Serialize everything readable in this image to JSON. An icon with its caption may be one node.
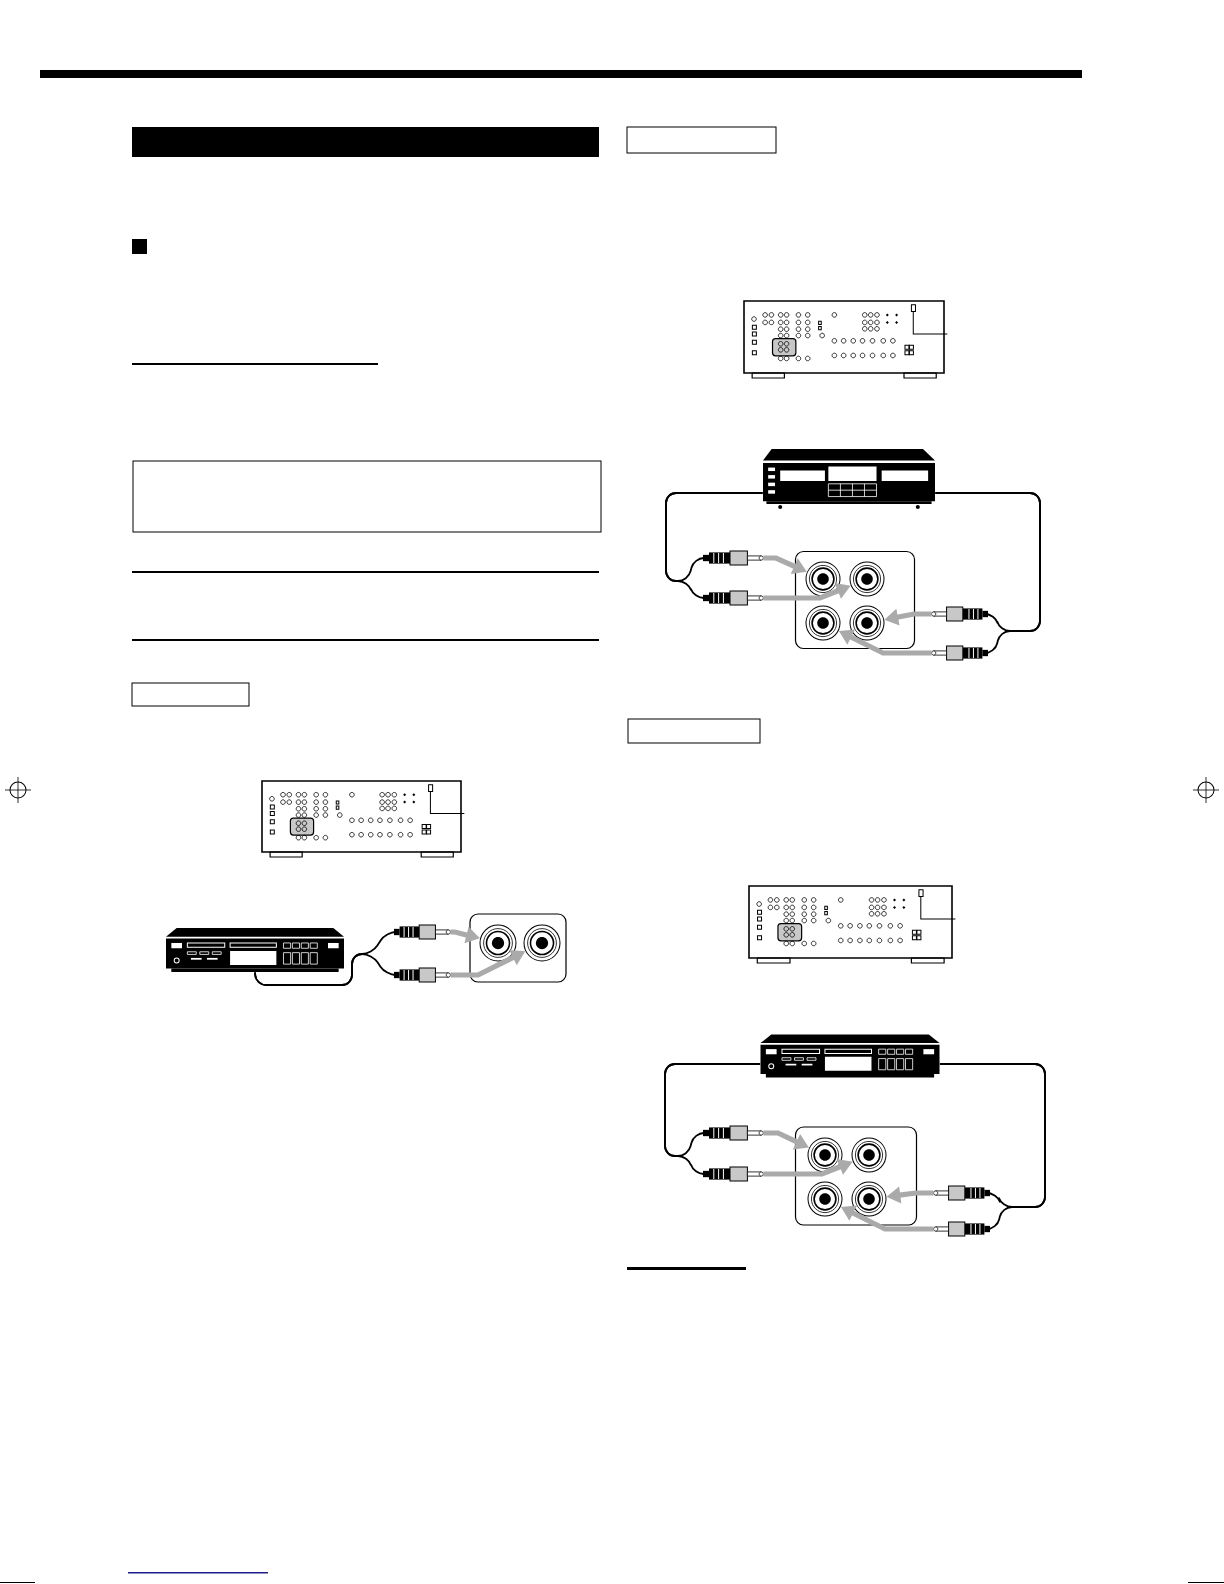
{
  "diagram": {
    "nodes": [
      {
        "text": [],
        "shape": "picture"
      },
      {
        "text": [],
        "shape": "plug"
      },
      {
        "text": [],
        "shape": "plug"
      },
      {
        "text": [],
        "shape": "box"
      },
      {
        "text": [],
        "shape": "circle",
        "in": 3
      },
      {
        "text": [],
        "shape": "circle",
        "in": 3
      },
      {
        "text": [],
        "shape": "picture"
      },
      {
        "text": [],
        "shape": "plug"
      },
      {
        "text": [],
        "shape": "plug"
      },
      {
        "text": [],
        "shape": "box"
      },
      {
        "text": [],
        "shape": "circle",
        "in": 9
      },
      {
        "text": [],
        "shape": "circle",
        "in": 9
      },
      {
        "text": [],
        "shape": "circle",
        "in": 9
      },
      {
        "text": [],
        "shape": "circle",
        "in": 9
      },
      {
        "text": [],
        "shape": "plug"
      },
      {
        "text": [],
        "shape": "plug"
      },
      {
        "text": [],
        "shape": "picture"
      },
      {
        "text": [],
        "shape": "plug"
      },
      {
        "text": [],
        "shape": "plug"
      },
      {
        "text": [],
        "shape": "box"
      },
      {
        "text": [],
        "shape": "circle",
        "in": 19
      },
      {
        "text": [],
        "shape": "circle",
        "in": 19
      },
      {
        "text": [],
        "shape": "circle",
        "in": 19
      },
      {
        "text": [],
        "shape": "circle",
        "in": 19
      },
      {
        "text": [],
        "shape": "plug"
      },
      {
        "text": [],
        "shape": "plug"
      },
      {
        "text": [],
        "shape": "box"
      },
      {
        "text": [],
        "shape": "box"
      },
      {
        "text": [],
        "shape": "box"
      },
      {
        "text": [],
        "shape": "box"
      }
    ],
    "edges": [
      {
        "from": 0,
        "to": 1,
        "arrow": "none"
      },
      {
        "from": 0,
        "to": 2,
        "arrow": "none"
      },
      {
        "from": 1,
        "to": 4,
        "arrow": "to",
        "style": "thick",
        "color": "#aaaaaa"
      },
      {
        "from": 2,
        "to": 5,
        "arrow": "to",
        "style": "thick",
        "color": "#aaaaaa"
      },
      {
        "from": 6,
        "to": 7,
        "arrow": "none"
      },
      {
        "from": 6,
        "to": 8,
        "arrow": "none"
      },
      {
        "from": 6,
        "to": 14,
        "arrow": "none"
      },
      {
        "from": 6,
        "to": 15,
        "arrow": "none"
      },
      {
        "from": 7,
        "to": 10,
        "arrow": "to",
        "style": "thick",
        "color": "#aaaaaa"
      },
      {
        "from": 8,
        "to": 11,
        "arrow": "to",
        "style": "thick",
        "color": "#aaaaaa"
      },
      {
        "from": 14,
        "to": 13,
        "arrow": "to",
        "style": "thick",
        "color": "#aaaaaa"
      },
      {
        "from": 15,
        "to": 12,
        "arrow": "to",
        "style": "thick",
        "color": "#aaaaaa"
      },
      {
        "from": 16,
        "to": 17,
        "arrow": "none"
      },
      {
        "from": 16,
        "to": 18,
        "arrow": "none"
      },
      {
        "from": 16,
        "to": 24,
        "arrow": "none"
      },
      {
        "from": 16,
        "to": 25,
        "arrow": "none"
      },
      {
        "from": 17,
        "to": 20,
        "arrow": "to",
        "style": "thick",
        "color": "#aaaaaa"
      },
      {
        "from": 18,
        "to": 21,
        "arrow": "to",
        "style": "thick",
        "color": "#aaaaaa"
      },
      {
        "from": 24,
        "to": 23,
        "arrow": "to",
        "style": "thick",
        "color": "#aaaaaa"
      },
      {
        "from": 25,
        "to": 22,
        "arrow": "to",
        "style": "thick",
        "color": "#aaaaaa"
      }
    ]
  }
}
